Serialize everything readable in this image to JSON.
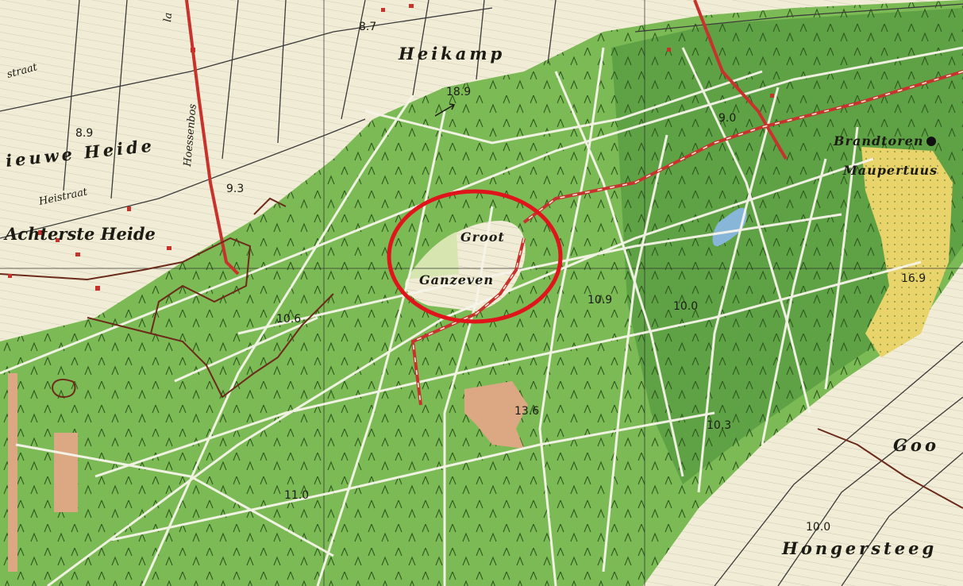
{
  "colors": {
    "forest": "#7cba55",
    "forest_dark": "#5fa245",
    "field": "#f1ecd6",
    "heath_yellow": "#e9d36b",
    "sand": "#dba883",
    "water": "#87b6d8",
    "road_red": "#c8322c",
    "path_brown": "#6b2a1a",
    "highlight": "#e0141b"
  },
  "labels": {
    "heikamp": "Heikamp",
    "nieuwe_heide": "ieuwe Heide",
    "achterste_heide": "Achterste Heide",
    "heistraat": "Heistraat",
    "hoessenbos": "Hoessenbos",
    "straat": "straat",
    "la": "la",
    "groot": "Groot",
    "ganzeven": "Ganzeven",
    "brandtoren": "Brandtoren",
    "maupertuus": "Maupertuus",
    "hongersteeg": "Hongersteeg",
    "goor": "Goo"
  },
  "spot_heights": [
    "18.9",
    "8.7",
    "8.9",
    "9.3",
    "10.6",
    "10.9",
    "10.0",
    "16.9",
    "13.6",
    "10.3",
    "11.0",
    "10.0",
    "9.0"
  ],
  "highlight": {
    "shape": "ellipse",
    "target": "Groot Ganzeven"
  }
}
